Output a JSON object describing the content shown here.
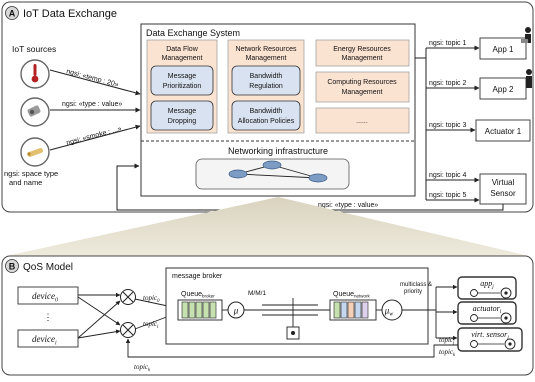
{
  "panel_a": {
    "badge": "A",
    "title": "IoT Data Exchange",
    "sources_label": "IoT sources",
    "ngsi_space": "ngsi: space type",
    "ngsi_name": "and name",
    "arrow_labels": [
      "ngsi: «temp : 20»",
      "ngsi: «type : value»",
      "ngsi: «smoke : ...»"
    ],
    "system": {
      "title": "Data Exchange System",
      "col1_header": [
        "Data Flow",
        "Management"
      ],
      "col1_items": [
        [
          "Message",
          "Prioritization"
        ],
        [
          "Message",
          "Dropping"
        ]
      ],
      "col2_header": [
        "Network Resources",
        "Management"
      ],
      "col2_items": [
        [
          "Bandwidth",
          "Regulation"
        ],
        [
          "Bandwidth",
          "Allocation Policies"
        ]
      ],
      "col3_items": [
        [
          "Energy Resources",
          "Management"
        ],
        [
          "Computing Resources",
          "Management"
        ],
        [
          "......"
        ]
      ],
      "infra_title": "Networking infrastructure"
    },
    "topics": [
      "ngsi: topic 1",
      "ngsi: topic 2",
      "ngsi: topic 3",
      "ngsi: topic 4",
      "ngsi: topic 5"
    ],
    "apps": [
      "App 1",
      "App 2",
      "Actuator 1",
      "Virtual",
      "Sensor"
    ],
    "feedback_label": "ngsi: «type : value»"
  },
  "panel_b": {
    "badge": "B",
    "title": "QoS Model",
    "broker_label": "message broker",
    "device_0": "device",
    "device_0_sub": "0",
    "device_i": "device",
    "device_i_sub": "i",
    "ellipsis": "⋮",
    "queue_label": "Queue",
    "queue_sub": "broker",
    "mm1": "M/M/1",
    "mu": "μ",
    "queue2_label": "Queue",
    "queue2_sub": "network",
    "mu_w": "μ",
    "mu_w_sub": "w",
    "multiclass": [
      "multiclass &",
      "priority"
    ],
    "topic_label": "topic",
    "topic_0_sub": "0",
    "topic_i_sub": "i",
    "topic_k_sub": "k",
    "topic_j_sub": "j",
    "outputs": [
      {
        "name": "app",
        "sub": "j"
      },
      {
        "name": "actuator",
        "sub": "l"
      },
      {
        "name": "virt. sensor",
        "sub": "l"
      }
    ]
  }
}
